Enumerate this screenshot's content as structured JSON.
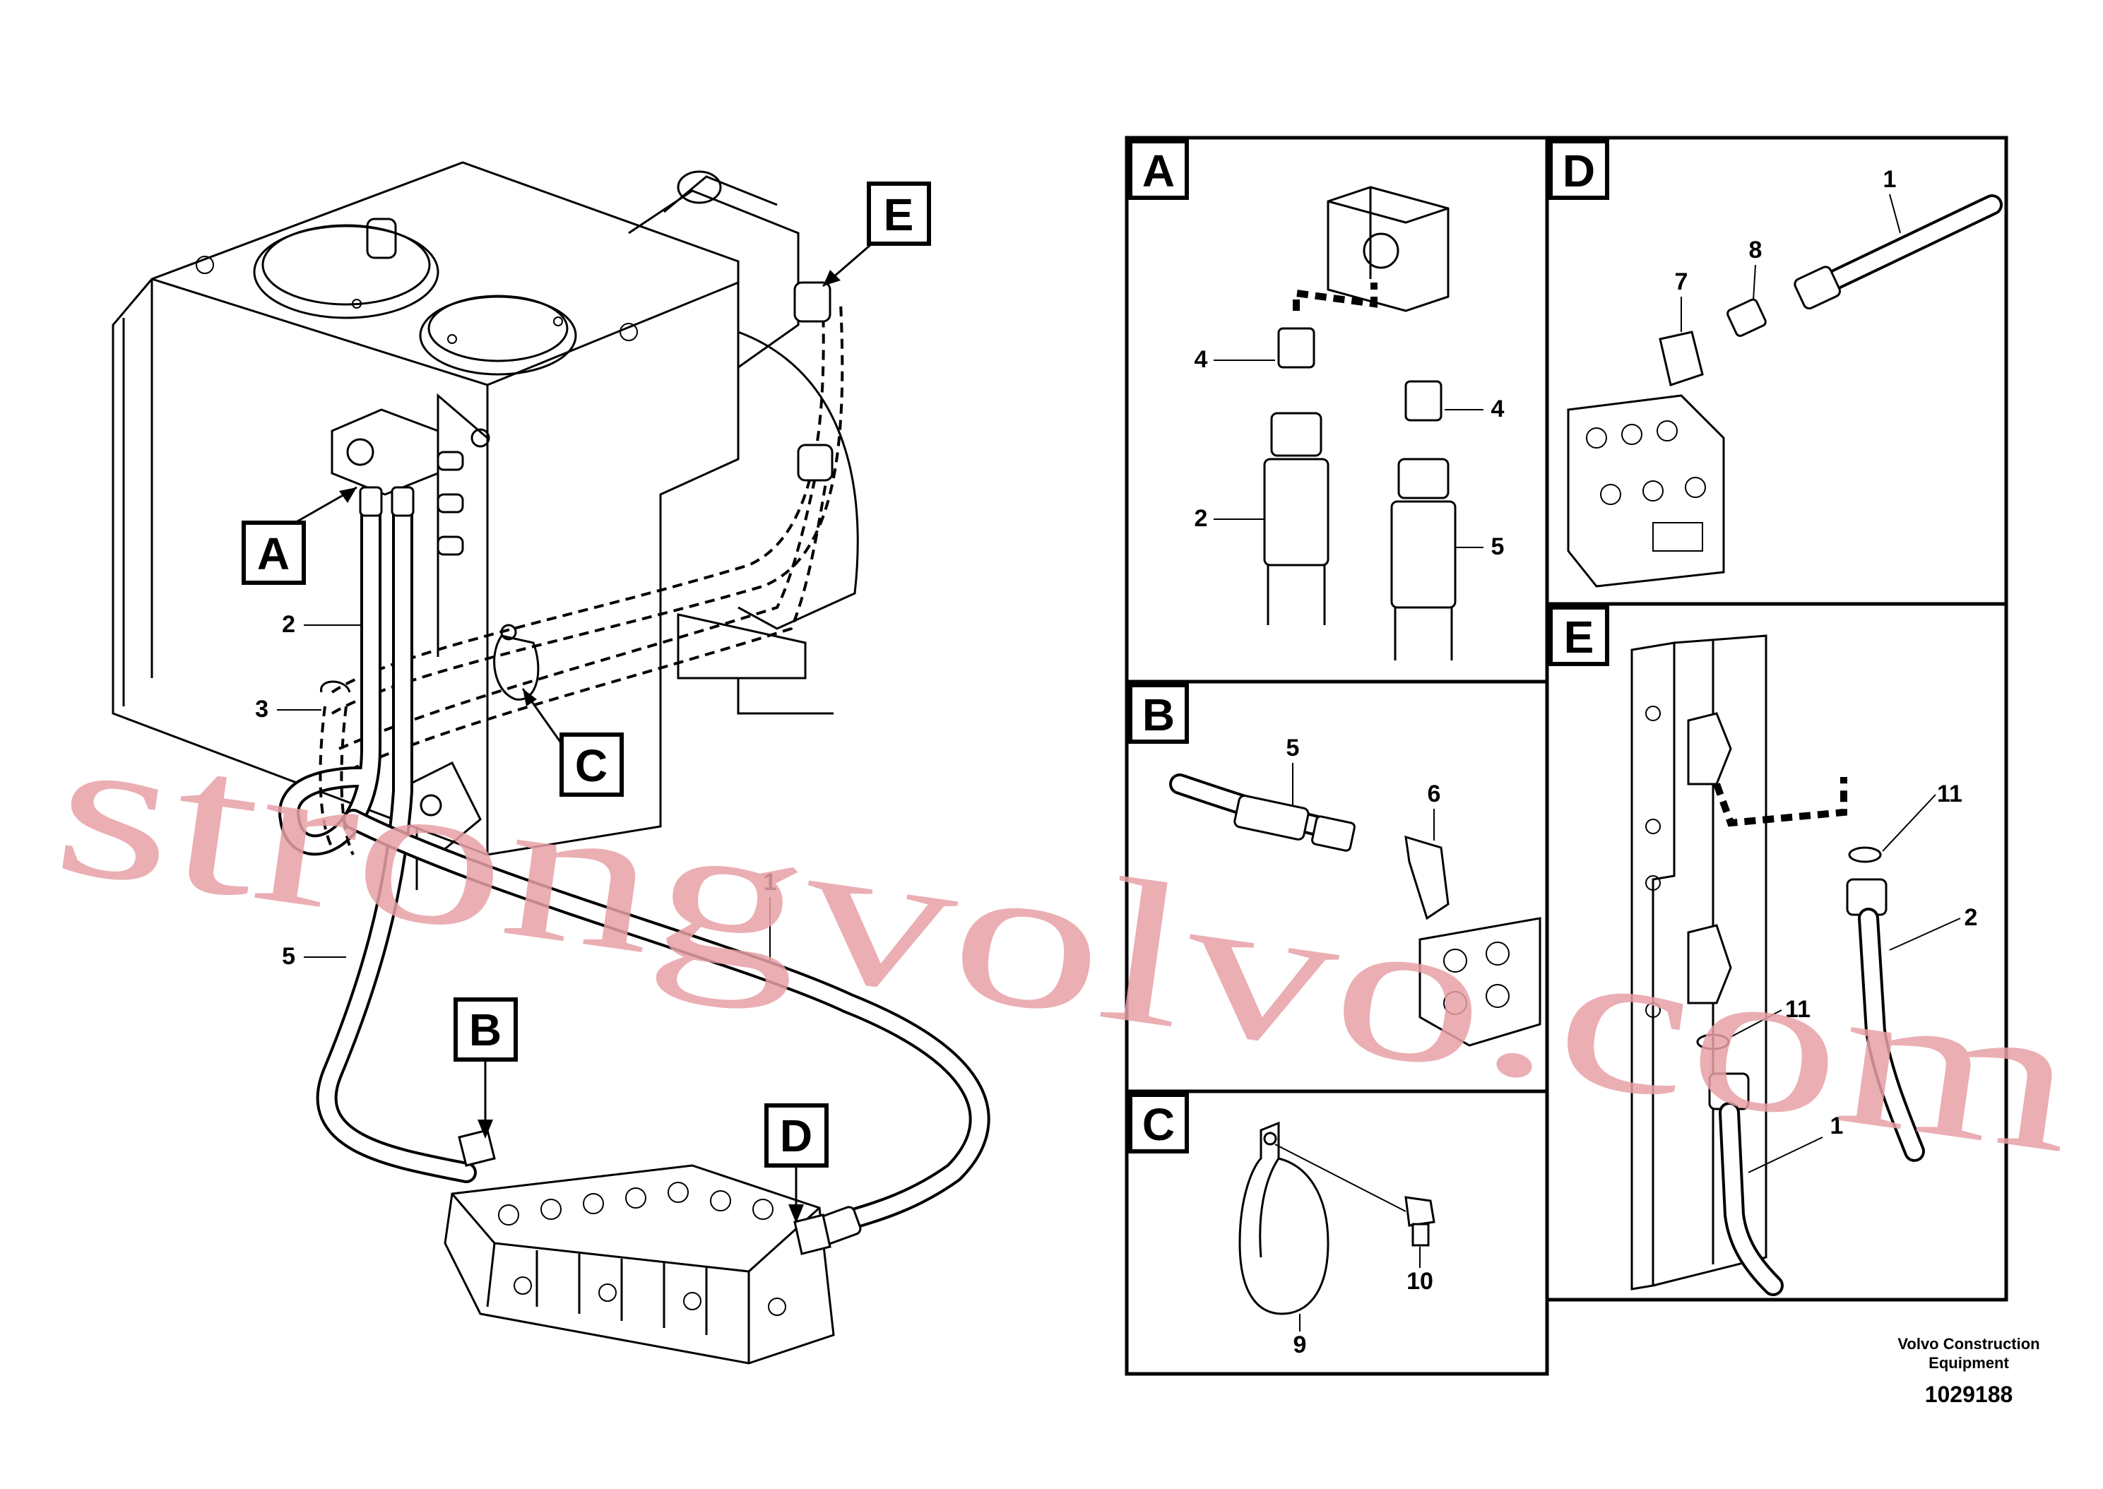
{
  "main_view": {
    "callouts": {
      "A": "A",
      "B": "B",
      "C": "C",
      "D": "D",
      "E": "E"
    },
    "labels": {
      "l1": "1",
      "l2": "2",
      "l3": "3",
      "l5": "5"
    }
  },
  "detail_panels": {
    "A": {
      "title": "A",
      "labels": [
        "4",
        "4",
        "2",
        "5"
      ]
    },
    "B": {
      "title": "B",
      "labels": [
        "5",
        "6"
      ]
    },
    "C": {
      "title": "C",
      "labels": [
        "9",
        "10"
      ]
    },
    "D": {
      "title": "D",
      "labels": [
        "1",
        "8",
        "7"
      ]
    },
    "E": {
      "title": "E",
      "labels": [
        "11",
        "2",
        "11",
        "1"
      ]
    }
  },
  "footer": {
    "company_line1": "Volvo Construction",
    "company_line2": "Equipment",
    "figure_number": "1029188"
  },
  "watermark": "strongvolvo.com"
}
